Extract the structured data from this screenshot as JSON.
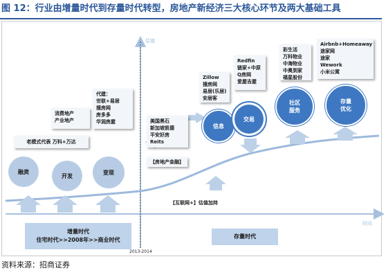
{
  "title": "图 12：行业由增量时代到存量时代转型，房地产新经济三大核心环节及两大基础工具",
  "axes": {
    "y_label": "估值",
    "x_label": "时间",
    "divider_year": "2013-2014"
  },
  "phases": {
    "incremental": {
      "line1": "增量时代",
      "line2": "住宅时代>>2008年>>商业时代"
    },
    "stock": {
      "label": "存量时代"
    }
  },
  "incremental_circles": [
    "融资",
    "开发",
    "变现"
  ],
  "stock_circles": {
    "info": "信息",
    "trade": "交易",
    "community": [
      "社区",
      "服务"
    ],
    "stock_opt": [
      "存量",
      "优化"
    ]
  },
  "text_boxes": {
    "financing": "老模式代表  万科+万达",
    "development": [
      "消费地产",
      "产业地产"
    ],
    "realization": [
      "代建：",
      "世联+易居",
      "搜房网",
      "房多多",
      "华润房屋"
    ],
    "finance_tools": [
      "美国黑石",
      "新加坡凯德",
      "平安好房",
      "Reits"
    ],
    "info": [
      "Zillow",
      "搜房网",
      "易居(乐居)",
      "安居客"
    ],
    "trade": [
      "Redfin",
      "链家+中原",
      "Q房网",
      "爱屋吉屋"
    ],
    "community": [
      "彩生活",
      "万科物业",
      "中海物业",
      "中奥到家",
      "福星股份"
    ],
    "stock_opt": [
      "Airbnb+Homeaway",
      "途家网",
      "途家",
      "Wework",
      "小米公寓"
    ]
  },
  "tool_labels": {
    "finance": "【房地产金融】",
    "internet": "【互联网+】估值加持"
  },
  "source": "资料来源：招商证券",
  "colors": {
    "accent": "#2b579a",
    "circle_light": "#b7cce4",
    "circle_dark": "#3e78c2",
    "arrow": "#bcd0e8",
    "curve": "#9db9dc"
  }
}
